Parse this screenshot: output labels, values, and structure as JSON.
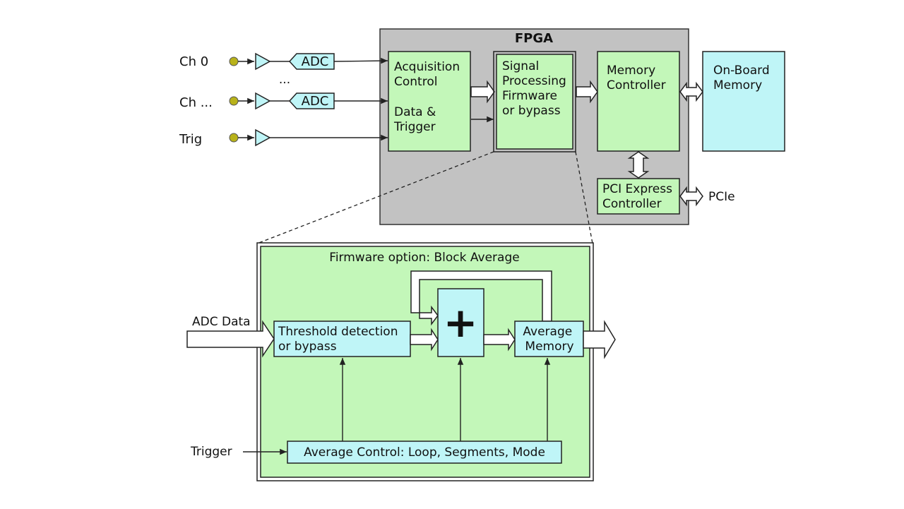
{
  "diagram": {
    "title_fpga": "FPGA",
    "inputs": [
      {
        "label": "Ch 0",
        "has_adc": true
      },
      {
        "label": "Ch ...",
        "has_adc": true
      },
      {
        "label": "Trig",
        "has_adc": false
      }
    ],
    "adc_label": "ADC",
    "ellipsis": "...",
    "blocks": {
      "acquisition": [
        "Acquisition",
        "Control",
        "Data &",
        "Trigger"
      ],
      "signal_processing": [
        "Signal",
        "Processing",
        "Firmware",
        "or bypass"
      ],
      "memory_controller": [
        "Memory",
        "Controller"
      ],
      "onboard_memory": [
        "On-Board",
        "Memory"
      ],
      "pcie_controller": [
        "PCI Express",
        "Controller"
      ],
      "pcie_label": "PCIe"
    },
    "firmware": {
      "title": "Firmware option: Block Average",
      "adc_data_label": "ADC Data",
      "threshold": [
        "Threshold detection",
        "or bypass"
      ],
      "adder_symbol": "+",
      "average_memory": [
        "Average",
        "Memory"
      ],
      "trigger_label": "Trigger",
      "average_control": "Average Control: Loop, Segments, Mode"
    },
    "colors": {
      "green_block": "#c3f7b9",
      "cyan_block": "#bff5f7",
      "fpga_bg": "#c2c2c2",
      "input_dot": "#b8b21a"
    }
  }
}
